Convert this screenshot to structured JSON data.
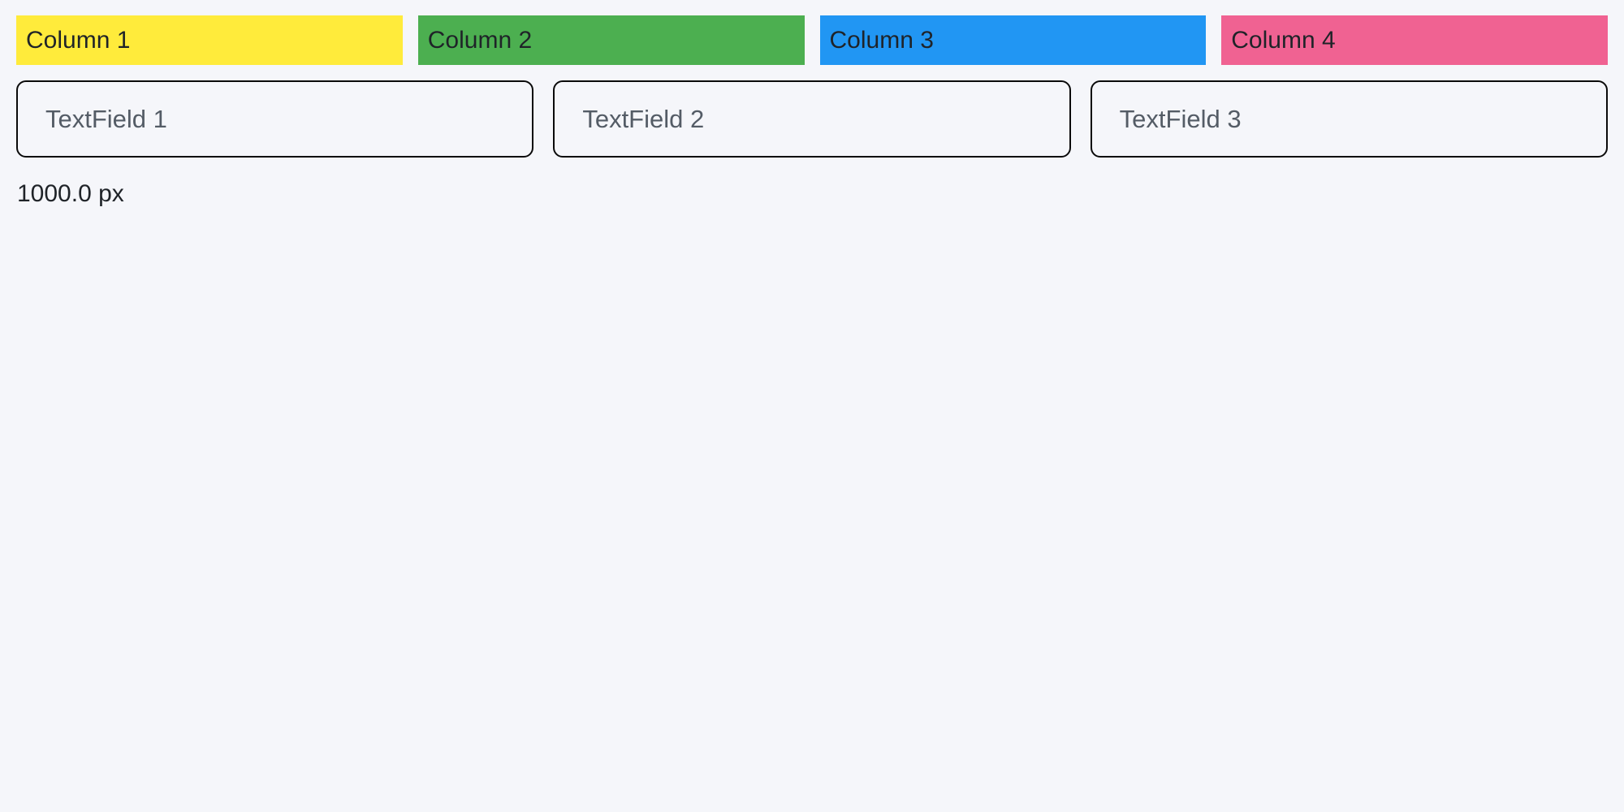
{
  "page": {
    "background": "#F5F6FA",
    "width_label": "1000.0 px"
  },
  "columns": [
    {
      "label": "Column 1",
      "color": "#FFEB3B"
    },
    {
      "label": "Column 2",
      "color": "#4CAF50"
    },
    {
      "label": "Column 3",
      "color": "#2196F3"
    },
    {
      "label": "Column 4",
      "color": "#F06292"
    }
  ],
  "textfields": [
    {
      "placeholder": "TextField 1"
    },
    {
      "placeholder": "TextField 2"
    },
    {
      "placeholder": "TextField 3"
    }
  ]
}
